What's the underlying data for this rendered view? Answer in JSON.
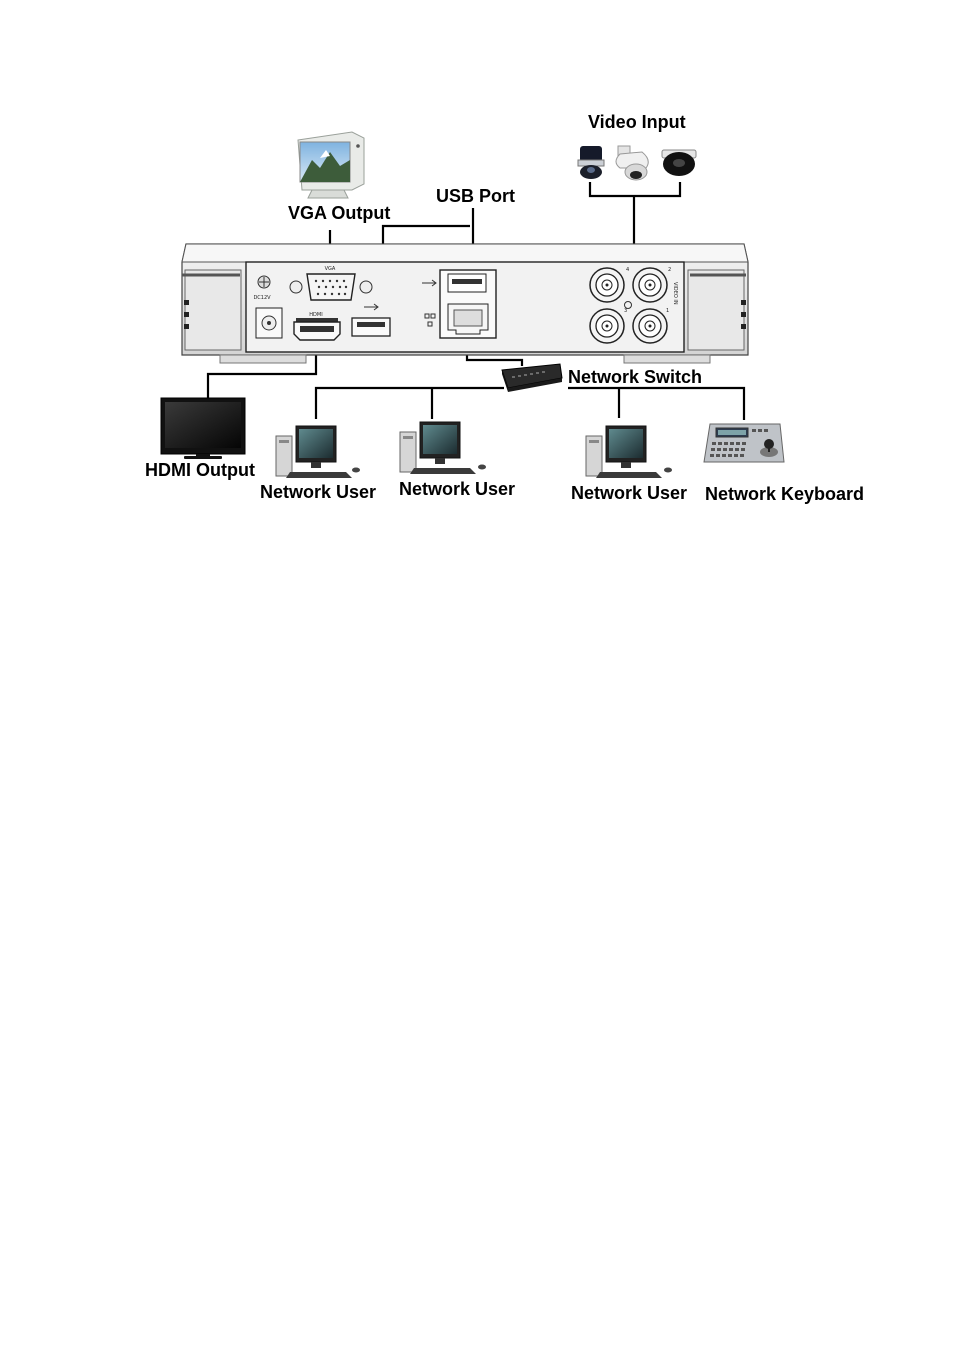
{
  "labels": {
    "video_input": "Video Input",
    "usb_port": "USB Port",
    "vga_output": "VGA Output",
    "network_switch": "Network Switch",
    "hdmi_output": "HDMI Output",
    "network_user_1": "Network User",
    "network_user_2": "Network User",
    "network_user_3": "Network User",
    "network_keyboard": "Network Keyboard"
  },
  "panel_markings": {
    "vga": "VGA",
    "hdmi": "HDMI",
    "power": "DC12V",
    "video_in": "VIDEO IN",
    "port_1": "1",
    "port_2": "2",
    "port_3": "3",
    "port_4": "4"
  },
  "icons": [
    "monitor-icon",
    "dome-camera-icon",
    "speed-dome-camera-icon",
    "tv-icon",
    "desktop-computer-icon",
    "network-switch-icon",
    "ptz-keyboard-icon"
  ]
}
